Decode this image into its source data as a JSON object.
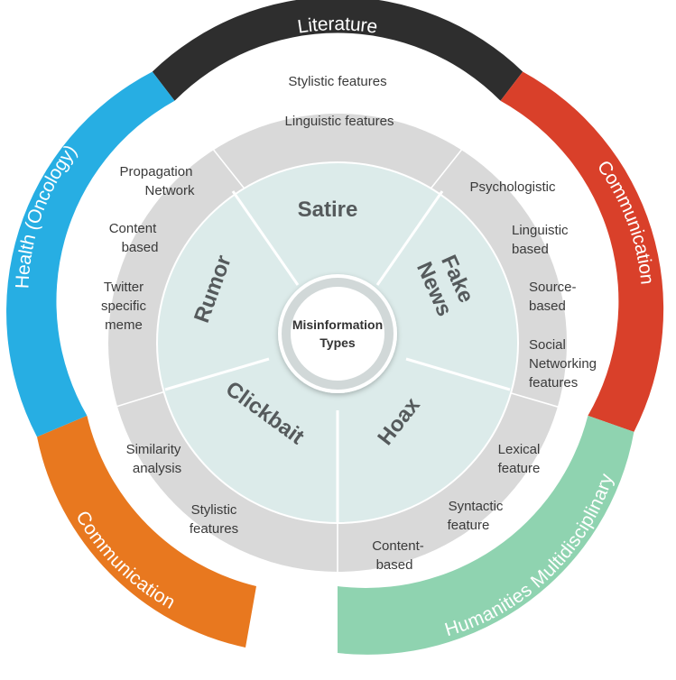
{
  "center": {
    "line1": "Misinformation",
    "line2": "Types"
  },
  "categories": [
    "Satire",
    "Fake",
    "News",
    "Hoax",
    "Clickbait",
    "Rumor"
  ],
  "domains": [
    {
      "label": "Literature",
      "color": "#2e2e2e"
    },
    {
      "label": "Communication",
      "color": "#d9402a"
    },
    {
      "label": "Humanities Multidisciplinary",
      "color": "#8fd3b0"
    },
    {
      "label": "Communication",
      "color": "#e8781f"
    },
    {
      "label": "Health (Oncology)",
      "color": "#27aee3"
    }
  ],
  "features": {
    "literature": [
      "Stylistic features",
      "Linguistic features"
    ],
    "communication_right": [
      "Psychologistic",
      "Linguistic",
      "based",
      "Source-",
      "based",
      "Social",
      "Networking",
      "features"
    ],
    "humanities": [
      "Lexical",
      "feature",
      "Syntactic",
      "feature",
      "Content-",
      "based"
    ],
    "communication_left": [
      "Similarity",
      "analysis",
      "Stylistic",
      "features"
    ],
    "health": [
      "Propagation",
      "Network",
      "Content",
      "based",
      "Twitter",
      "specific",
      "meme"
    ]
  },
  "colors": {
    "outer_ring": "#d9d9d9",
    "inner_ring": "#dcebea",
    "center_ring": "#cfd6d6",
    "divider": "#ffffff"
  }
}
